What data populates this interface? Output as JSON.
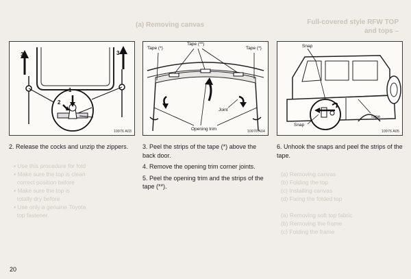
{
  "page_number": "20",
  "panels": [
    {
      "figure_code": "10976 A03",
      "numbers": [
        "3",
        "1",
        "2",
        "3"
      ],
      "caption": "2. Release the cocks and unzip the zippers."
    },
    {
      "figure_code": "10976 A04",
      "labels": {
        "tape_left": "Tape (*)",
        "tape_center": "Tape (**)",
        "tape_right": "Tape (*)",
        "joint": "Joint",
        "opening_trim": "Opening trim"
      },
      "steps": [
        "3. Peel the strips of the tape (*) above the back door.",
        "4. Remove the opening trim corner joints.",
        "5. Peel the opening trim and the strips of the tape (**)."
      ]
    },
    {
      "figure_code": "10976 A05",
      "labels": {
        "snap_top": "Snap",
        "snap_bottom": "Snap",
        "tape": "Tape"
      },
      "caption": "6. Unhook the snaps and peel the strips of the tape."
    }
  ]
}
